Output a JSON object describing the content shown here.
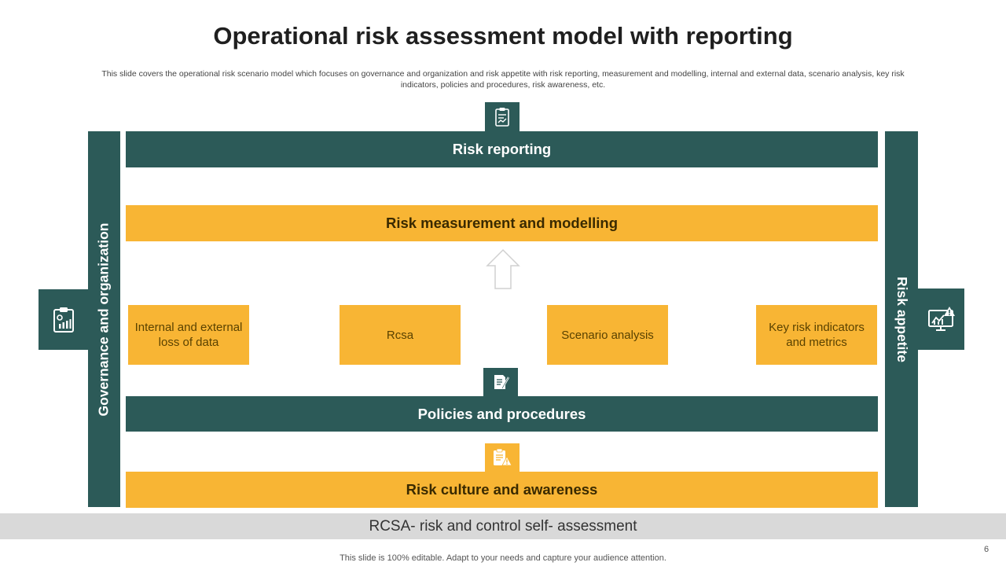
{
  "slide": {
    "title": "Operational risk assessment model with reporting",
    "subtitle": "This slide covers the operational risk scenario model which focuses on governance and organization and risk appetite with risk reporting, measurement and modelling, internal and external data, scenario analysis, key risk indicators, policies and procedures, risk awareness, etc.",
    "footer_band": "RCSA- risk and control self- assessment",
    "footer_note": "This slide is 100% editable. Adapt to your needs and capture your audience attention.",
    "page_number": "6"
  },
  "diagram": {
    "left_pillar": "Governance and organization",
    "right_pillar": "Risk appetite",
    "top_bar": "Risk reporting",
    "measurement_bar": "Risk measurement and modelling",
    "input_boxes": [
      "Internal  and external loss of data",
      "Rcsa",
      "Scenario analysis",
      "Key risk indicators and metrics"
    ],
    "policies_bar": "Policies and procedures",
    "culture_bar": "Risk culture and awareness"
  },
  "icons": {
    "top": "clipboard-report-icon",
    "left": "clipboard-chart-icon",
    "right": "monitor-chart-warning-icon",
    "policies": "document-pen-icon",
    "culture": "clipboard-warning-icon",
    "arrow": "up-arrow-icon"
  },
  "colors": {
    "teal": "#2c5a58",
    "amber": "#f8b534",
    "footer_band": "#d9d9d9"
  }
}
